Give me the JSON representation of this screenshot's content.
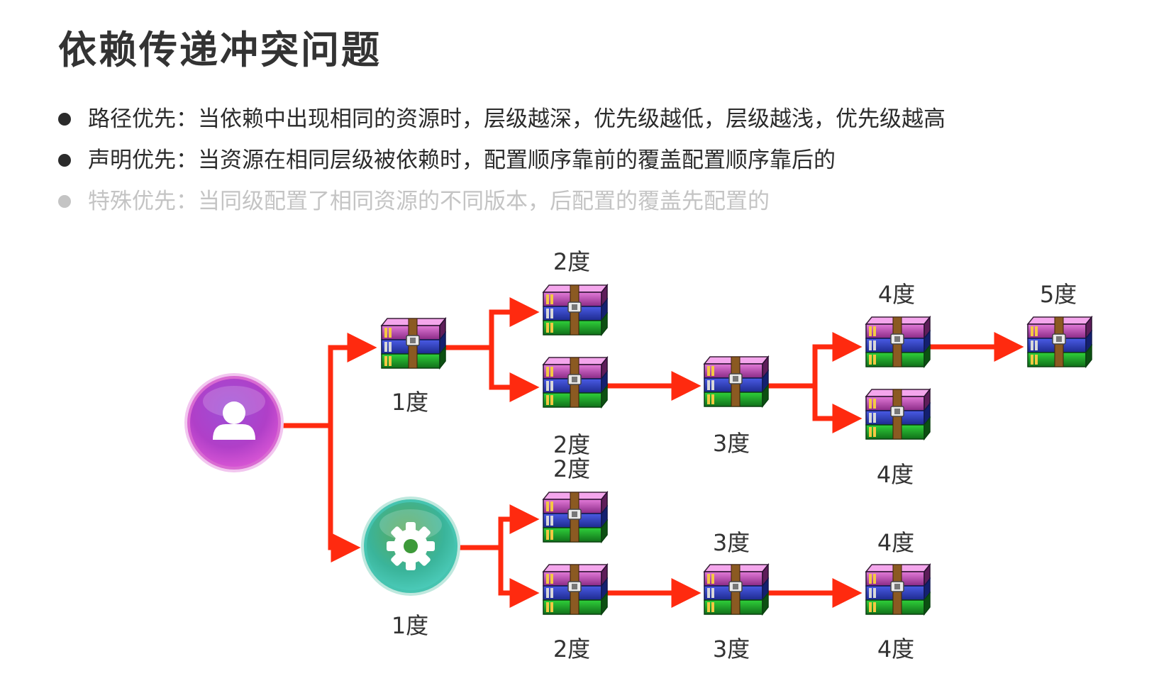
{
  "title": "依赖传递冲突问题",
  "bullets": [
    {
      "text": "路径优先：当依赖中出现相同的资源时，层级越深，优先级越低，层级越浅，优先级越高",
      "color": "#2b2b2b"
    },
    {
      "text": "声明优先：当资源在相同层级被依赖时，配置顺序靠前的覆盖配置顺序靠后的",
      "color": "#2b2b2b"
    },
    {
      "text": "特殊优先：当同级配置了相同资源的不同版本，后配置的覆盖先配置的",
      "color": "#c4c4c4"
    }
  ],
  "colors": {
    "arrow": "#ff2a0f",
    "user_node": "#c43ec9",
    "settings_node": "#3dbfa0"
  },
  "diagram": {
    "nodes": {
      "user": "user-icon",
      "settings": "gear-icon",
      "top_1": "1度",
      "top_2a": "2度",
      "top_2b": "2度",
      "top_3": "3度",
      "top_4a": "4度",
      "top_4b": "4度",
      "top_5": "5度",
      "bot_1": "1度",
      "bot_2a": "2度",
      "bot_2b": "2度",
      "bot_3": "3度",
      "bot_3_lower": "3度",
      "bot_4": "4度",
      "bot_4_lower": "4度"
    }
  }
}
